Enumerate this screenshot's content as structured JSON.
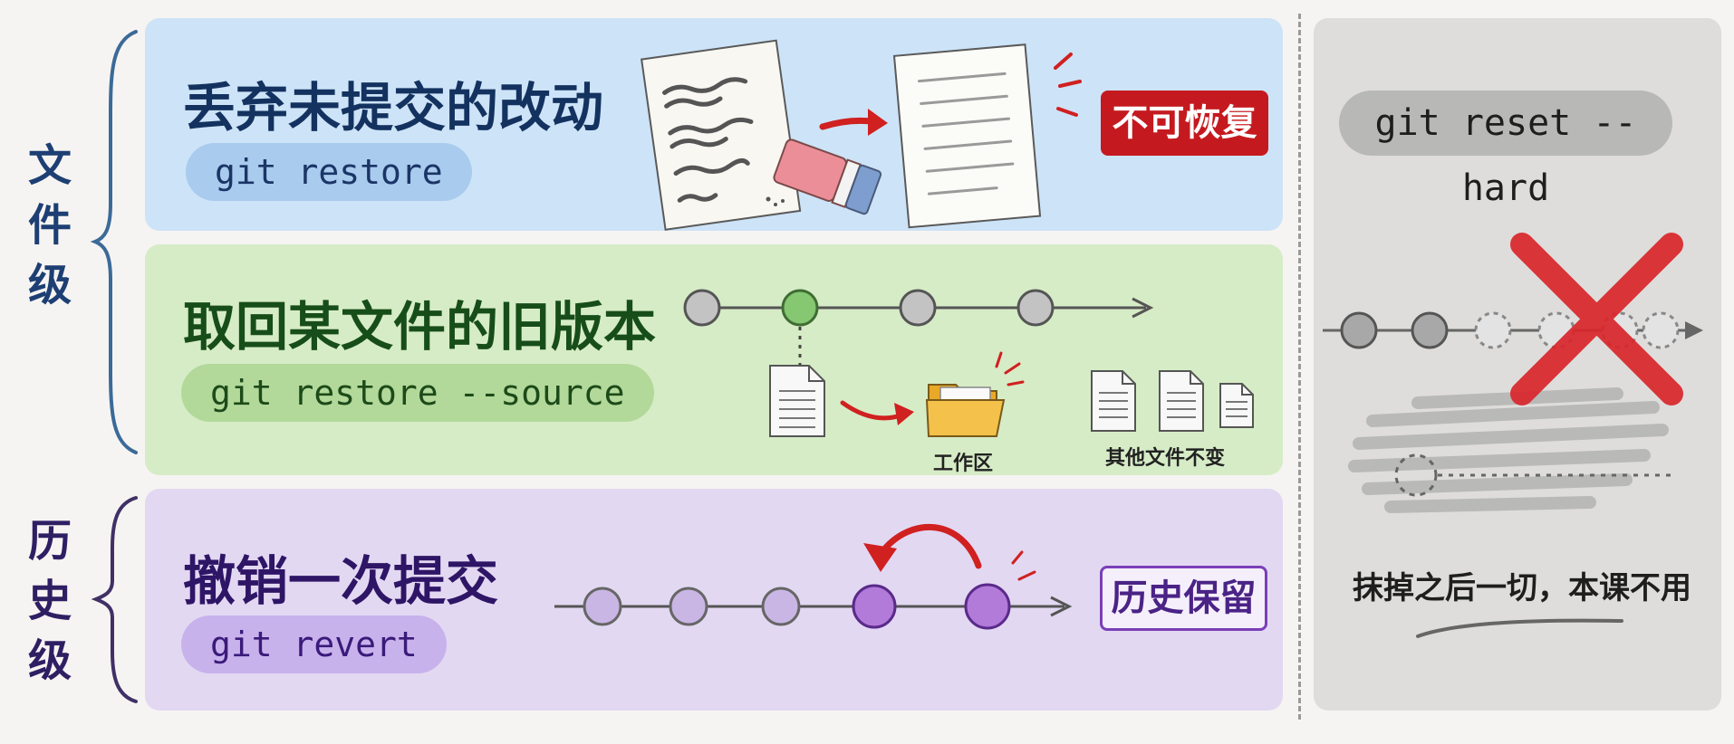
{
  "groups": {
    "file_level": "文件级",
    "history_level": "历史级"
  },
  "rows": [
    {
      "title": "丢弃未提交的改动",
      "command": "git restore",
      "badge": "不可恢复"
    },
    {
      "title": "取回某文件的旧版本",
      "command": "git restore --source",
      "workspace_label": "工作区",
      "others_label": "其他文件不变"
    },
    {
      "title": "撤销一次提交",
      "command": "git revert",
      "badge": "历史保留"
    }
  ],
  "reset": {
    "command": "git reset --hard",
    "note": "抹掉之后一切，本课不用"
  },
  "colors": {
    "blue_title": "#14325f",
    "green_title": "#174d19",
    "purple_title": "#2e1566",
    "red_badge": "#c41a1f",
    "purple_accent": "#7b3fb8",
    "arrow_red": "#d02020"
  }
}
